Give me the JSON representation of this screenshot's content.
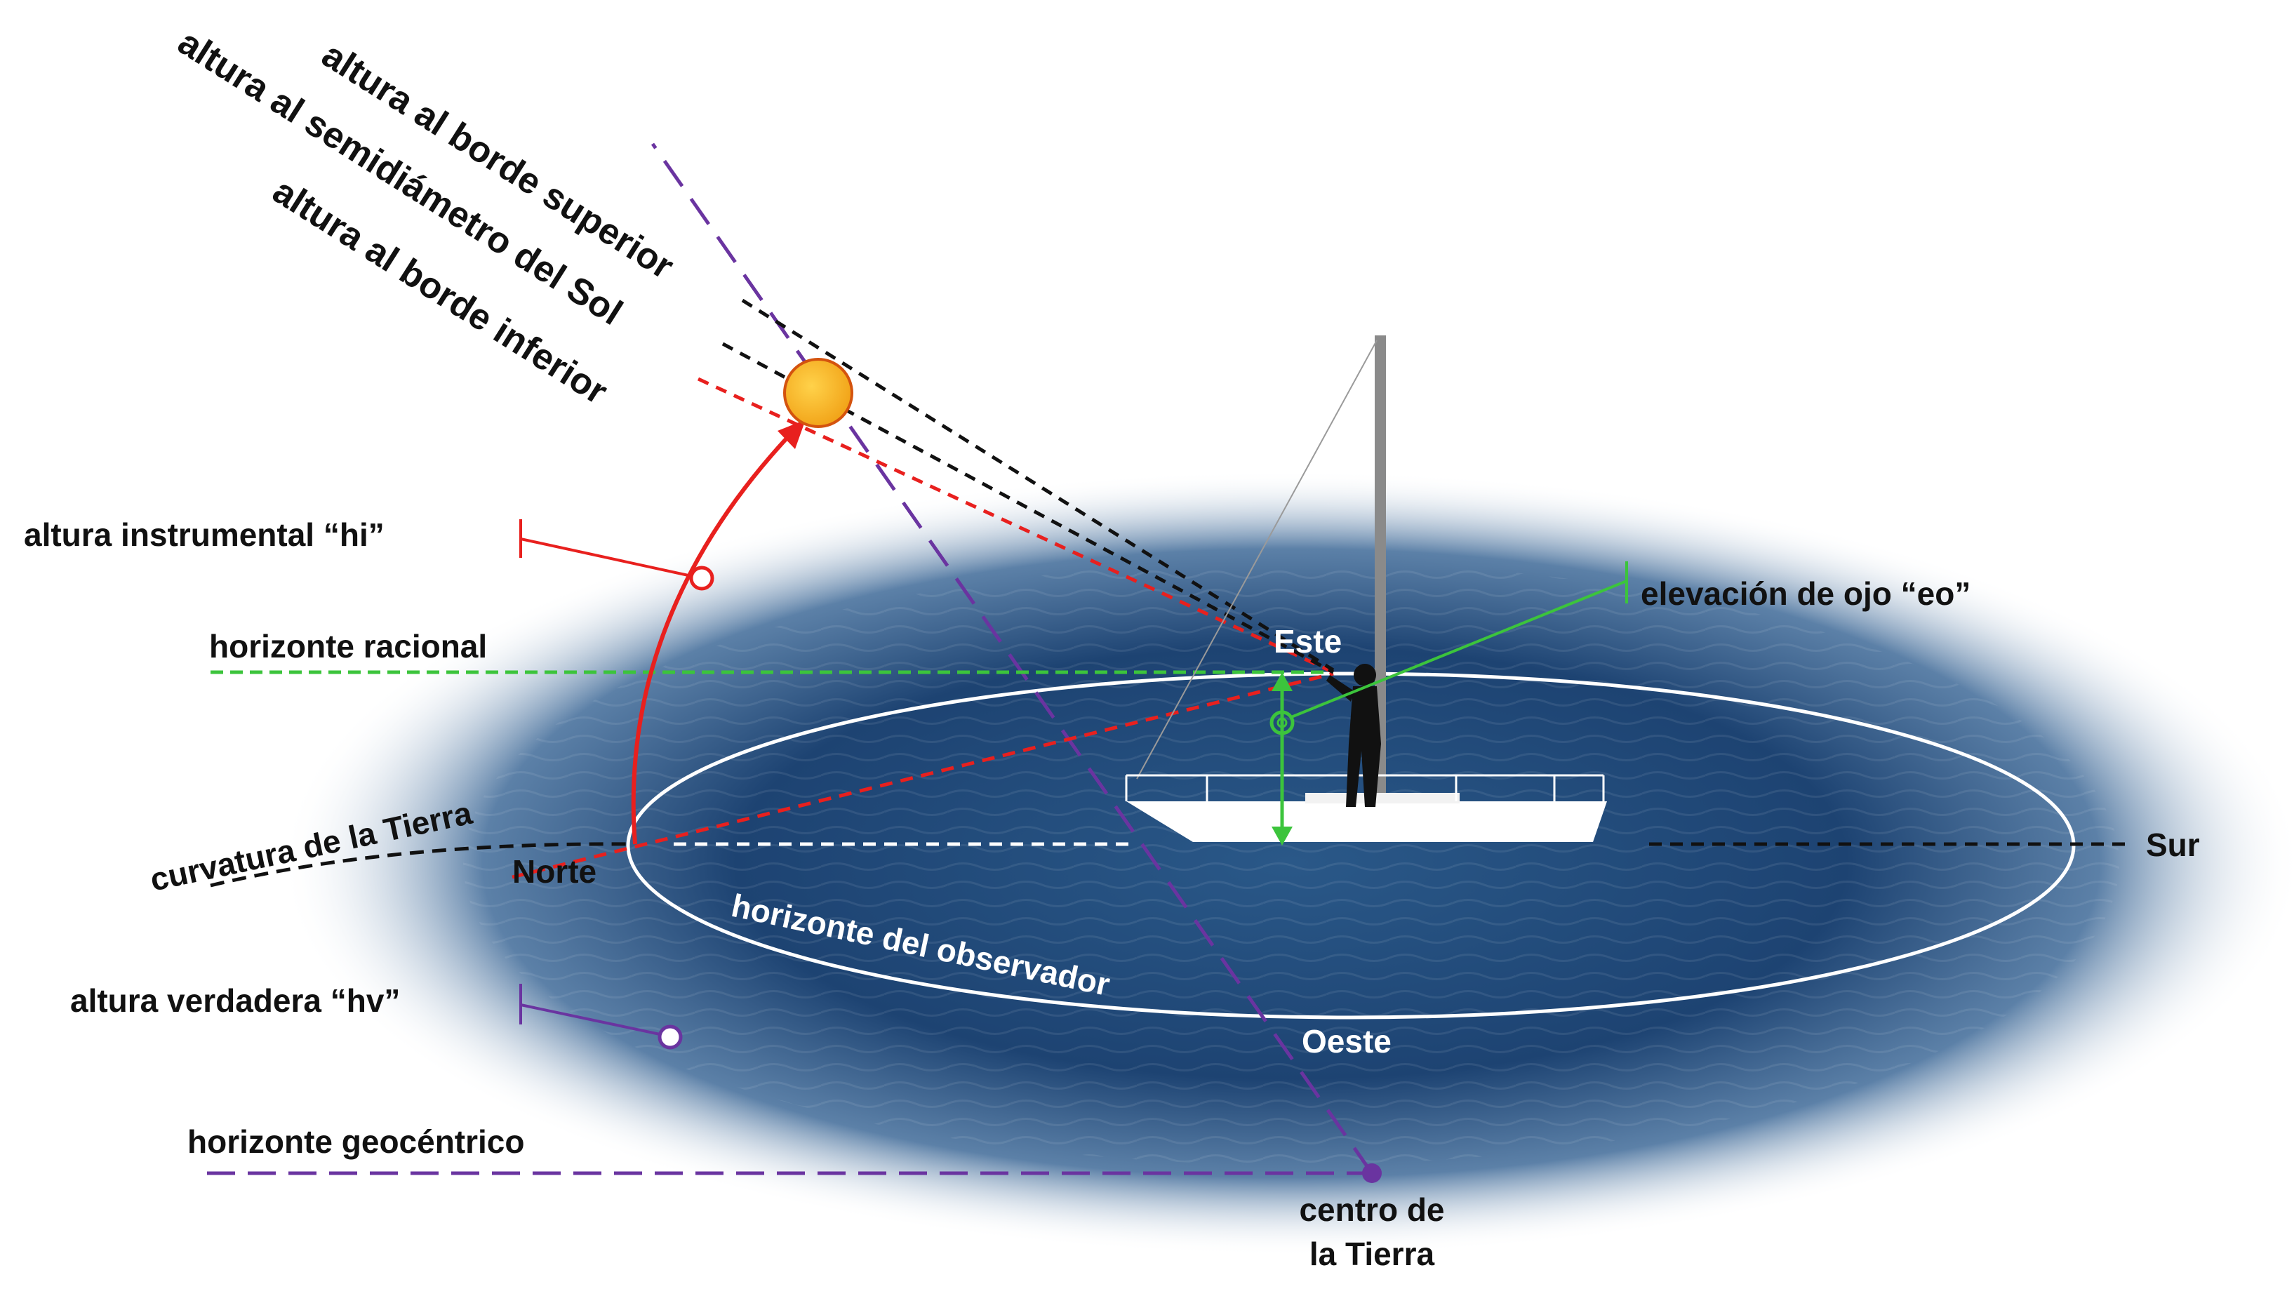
{
  "labels": {
    "upper_limb": "altura al borde superior",
    "semidiameter": "altura al semidiámetro del Sol",
    "lower_limb": "altura al borde inferior",
    "instrumental_height": "altura instrumental “hi”",
    "rational_horizon": "horizonte racional",
    "earth_curvature": "curvatura de la Tierra",
    "true_height": "altura verdadera “hv”",
    "geocentric_horizon": "horizonte geocéntrico",
    "earth_center_line1": "centro de",
    "earth_center_line2": "la Tierra",
    "eye_elevation": "elevación de ojo “eo”",
    "observer_horizon": "horizonte del observador",
    "north": "Norte",
    "south": "Sur",
    "east": "Este",
    "west": "Oeste"
  },
  "colors": {
    "instrumental": "#e8201e",
    "rational": "#3cc43c",
    "geocentric": "#6a34a0",
    "sun": "#f7b21c",
    "sea_dark": "#0f2e52",
    "sea_mid": "#2a5888",
    "text": "#111111"
  }
}
